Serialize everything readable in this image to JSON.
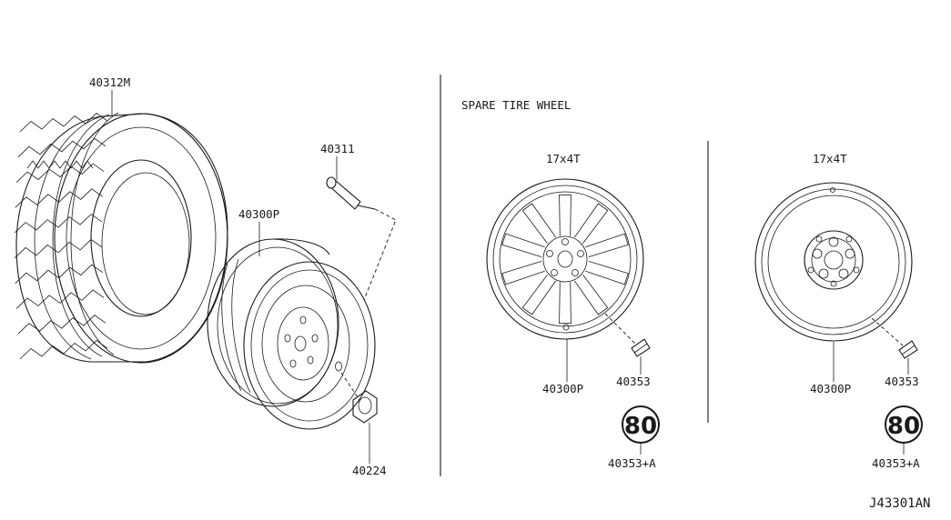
{
  "parts": {
    "tire": "40312M",
    "valve": "40311",
    "steel_wheel": "40300P",
    "nut": "40224",
    "alloy_wheel": "40300P",
    "alloy_label": "40353",
    "alloy_badge_part": "40353+A",
    "spare_wheel": "40300P",
    "spare_label": "40353",
    "spare_badge_part": "40353+A"
  },
  "section_title": "SPARE TIRE WHEEL",
  "size_alloy": "17x4T",
  "size_spare": "17x4T",
  "badge_alloy": "80",
  "badge_spare": "80",
  "diagram_id": "J43301AN"
}
